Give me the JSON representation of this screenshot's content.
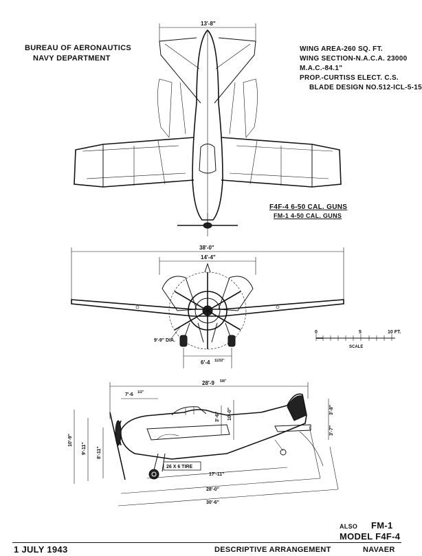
{
  "header": {
    "agency_line1": "BUREAU OF AERONAUTICS",
    "agency_line2": "NAVY DEPARTMENT"
  },
  "specs": {
    "wing_area": "WING AREA-260 SQ. FT.",
    "wing_section": "WING SECTION-N.A.C.A. 23000",
    "mac": "M.A.C.-84.1\"",
    "prop": "PROP.-CURTISS ELECT. C.S.",
    "blade": "BLADE DESIGN NO.512-ICL-5-15"
  },
  "guns": {
    "f4f4": "F4F-4 6-50 CAL. GUNS",
    "fm1": "FM-1 4-50 CAL. GUNS"
  },
  "dimensions": {
    "folded_span_top": "13'-8\"",
    "span": "38'-0\"",
    "tailplane_span": "14'-4\"",
    "prop_dia": "9'-9\" DIA.",
    "track": "6'-4",
    "track_frac": "11/32\"",
    "side_overall": "28'-9",
    "side_overall_frac": "5/8\"",
    "prop_offset": "7'-6",
    "prop_offset_frac": "1/2\"",
    "fin_height": "3'-8\"",
    "fin_height_2": "3'-7\"",
    "canopy_height": "10'-0\"",
    "canopy_height_2": "3'-6\"",
    "overall_height": "10'-9\"",
    "height_2": "9'-11\"",
    "height_3": "8'-11\"",
    "wheelbase": "17'-11\"",
    "length_fuselage": "28'-0\"",
    "length_overall": "30'-6\"",
    "tire": "26 X 6 TIRE"
  },
  "scale": {
    "labels": [
      "0",
      "5",
      "10 FT."
    ],
    "caption": "SCALE"
  },
  "title_block": {
    "also": "ALSO",
    "alt_model": "FM-1",
    "model": "MODEL  F4F-4",
    "date": "1 JULY 1943",
    "title": "DESCRIPTIVE  ARRANGEMENT",
    "issuer": "NAVAER"
  }
}
